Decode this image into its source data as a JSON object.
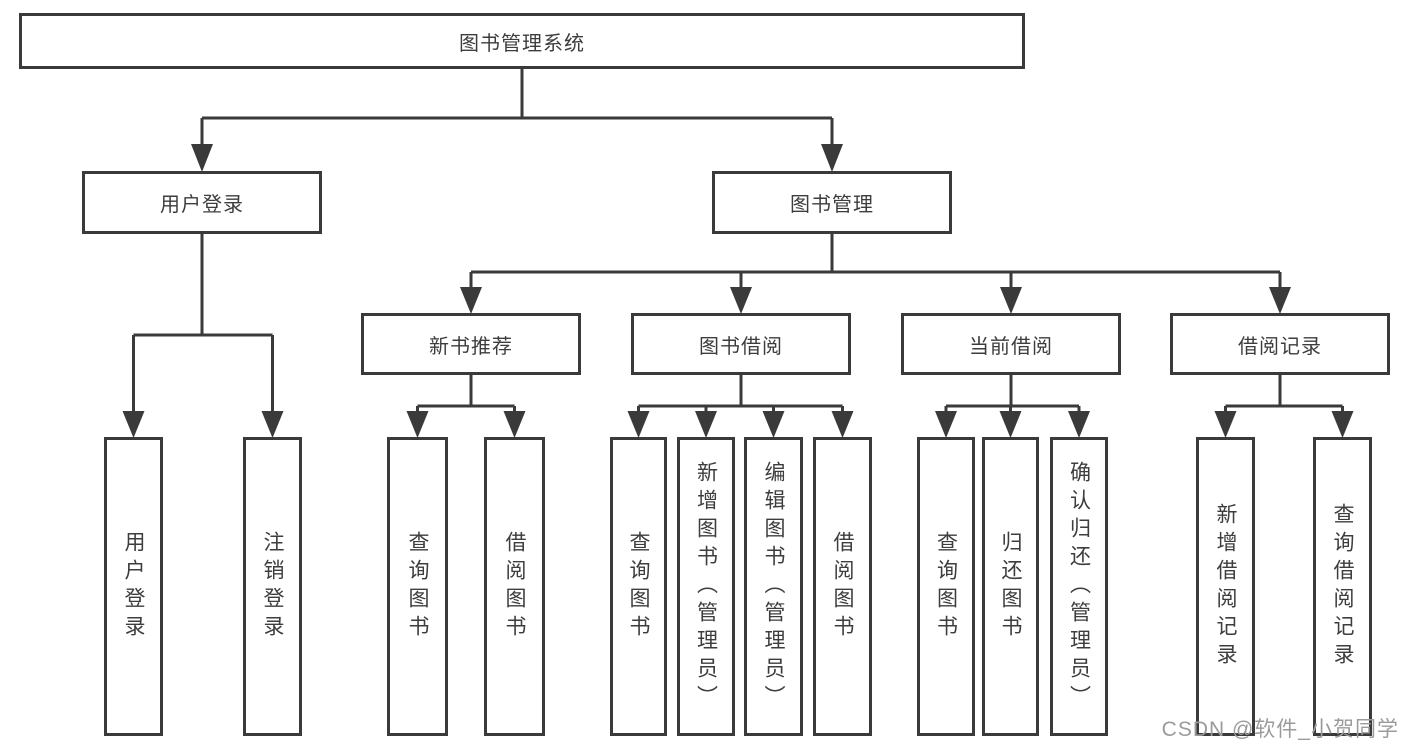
{
  "diagram_type": "functional-structure-tree",
  "colors": {
    "line": "#3a3a3a",
    "text": "#3d3d3d",
    "box_background": "#ffffff",
    "page_background": "#ffffff",
    "watermark": "#9b9b9b"
  },
  "tree": {
    "root": {
      "label": "图书管理系统"
    },
    "branches": [
      {
        "label": "用户登录",
        "children": [
          {
            "label": "用户登录"
          },
          {
            "label": "注销登录"
          }
        ]
      },
      {
        "label": "图书管理",
        "children": [
          {
            "label": "新书推荐",
            "children": [
              {
                "label": "查询图书"
              },
              {
                "label": "借阅图书"
              }
            ]
          },
          {
            "label": "图书借阅",
            "children": [
              {
                "label": "查询图书"
              },
              {
                "label": "新增图书（管理员）"
              },
              {
                "label": "编辑图书（管理员）"
              },
              {
                "label": "借阅图书"
              }
            ]
          },
          {
            "label": "当前借阅",
            "children": [
              {
                "label": "查询图书"
              },
              {
                "label": "归还图书"
              },
              {
                "label": "确认归还（管理员）"
              }
            ]
          },
          {
            "label": "借阅记录",
            "children": [
              {
                "label": "新增借阅记录"
              },
              {
                "label": "查询借阅记录"
              }
            ]
          }
        ]
      }
    ]
  },
  "watermark": {
    "text": "CSDN @软件_小贺同学"
  }
}
